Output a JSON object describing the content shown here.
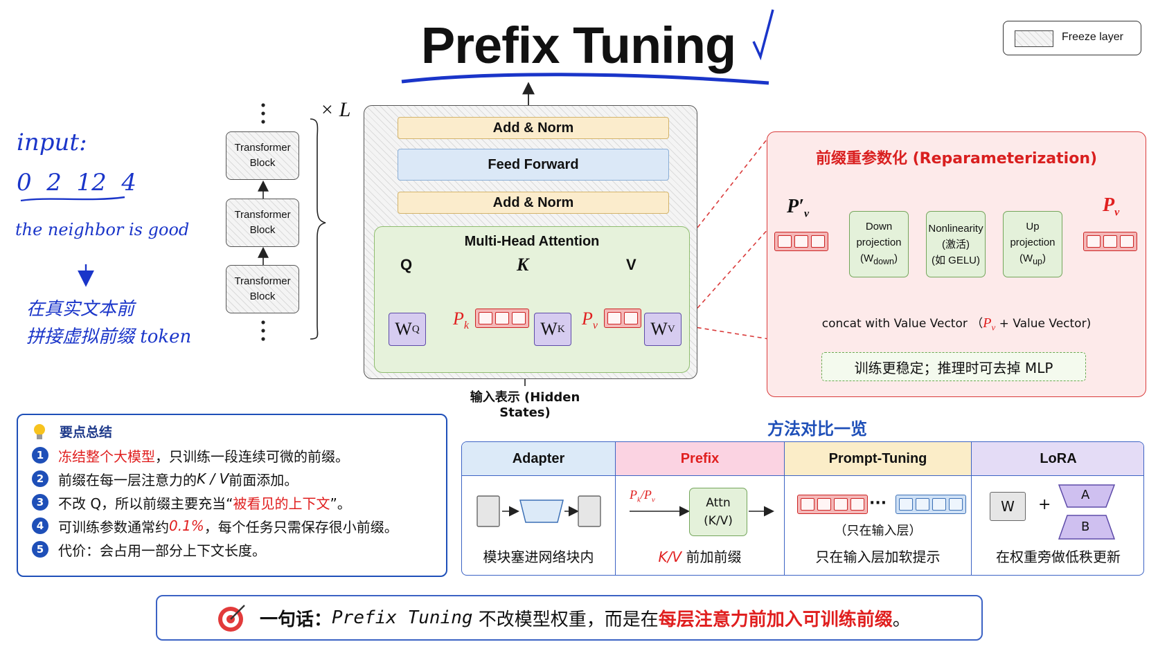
{
  "title": "Prefix Tuning",
  "legend": {
    "label": "Freeze layer"
  },
  "handwritten": {
    "input_label": "input:",
    "tokens": "0  2  12  4",
    "sentence": "the neighbor is good",
    "note_line1": "在真实文本前",
    "note_line2": "拼接虚拟前缀 token"
  },
  "stack": {
    "blocks": [
      "Transformer\nBlock",
      "Transformer\nBlock",
      "Transformer\nBlock"
    ],
    "repeat_label": "× L"
  },
  "main_block": {
    "add_norm_top": "Add & Norm",
    "feed_forward": "Feed Forward",
    "add_norm_mid": "Add & Norm",
    "mha_title": "Multi-Head Attention",
    "q_label": "Q",
    "k_label": "K",
    "v_label": "V",
    "wq": "W",
    "wq_sub": "Q",
    "wk": "W",
    "wk_sub": "K",
    "wv": "W",
    "wv_sub": "V",
    "pk": "P",
    "pk_sub": "k",
    "pv": "P",
    "pv_sub": "v",
    "input_caption": "输入表示 (Hidden States)"
  },
  "reparam": {
    "title": "前缀重参数化 (Reparameterization)",
    "p_prime": "P′",
    "p_prime_sub": "v",
    "p_out": "P",
    "p_out_sub": "v",
    "down": "Down\nprojection\n(W",
    "down_sub": "down",
    "nonlin": "Nonlinearity\n(激活)\n(如 GELU)",
    "up": "Up\nprojection\n(W",
    "up_sub": "up",
    "concat_pre": "concat with Value Vector （",
    "concat_p": "P",
    "concat_p_sub": "v",
    "concat_post": " + Value Vector)",
    "note": "训练更稳定；推理时可去掉 MLP"
  },
  "summary": {
    "title": "要点总结",
    "items": [
      {
        "n": "1",
        "red": "冻结整个大模型",
        "rest": "，只训练一段连续可微的前缀。"
      },
      {
        "n": "2",
        "pre": "前缀在每一层注意力的 ",
        "em": "K / V",
        "rest": " 前面添加。"
      },
      {
        "n": "3",
        "pre": "不改 Q，所以前缀主要充当“",
        "red": "被看见的上下文",
        "rest": "”。"
      },
      {
        "n": "4",
        "pre": "可训练参数通常约 ",
        "redem": "0.1%",
        "rest": "，每个任务只需保存很小前缀。"
      },
      {
        "n": "5",
        "pre": "代价：会占用一部分上下文长度。"
      }
    ]
  },
  "comparison": {
    "title": "方法对比一览",
    "columns": [
      {
        "name": "Adapter",
        "caption": "模块塞进网络块内"
      },
      {
        "name": "Prefix",
        "caption_red": "K/V",
        "caption": " 前加前缀",
        "diagram_label": "P",
        "diagram_sub1": "k",
        "diagram_sub2": "v",
        "attn": "Attn\n(K/V)"
      },
      {
        "name": "Prompt-Tuning",
        "sub": "（只在输入层）",
        "caption": "只在输入层加软提示",
        "ellipsis": "···"
      },
      {
        "name": "LoRA",
        "caption": "在权重旁做低秩更新",
        "w": "W",
        "plus": "+",
        "a": "A",
        "b": "B"
      }
    ],
    "colors": {
      "adapter": "#dceaf8",
      "prefix": "#fbd3e2",
      "prompt": "#fbedc8",
      "lora": "#e4dcf6"
    }
  },
  "bottom": {
    "pre": "一句话：",
    "em": "Prefix Tuning",
    "mid": " 不改模型权重，而是在",
    "red": "每层注意力前加入可训练前缀",
    "post": "。"
  }
}
